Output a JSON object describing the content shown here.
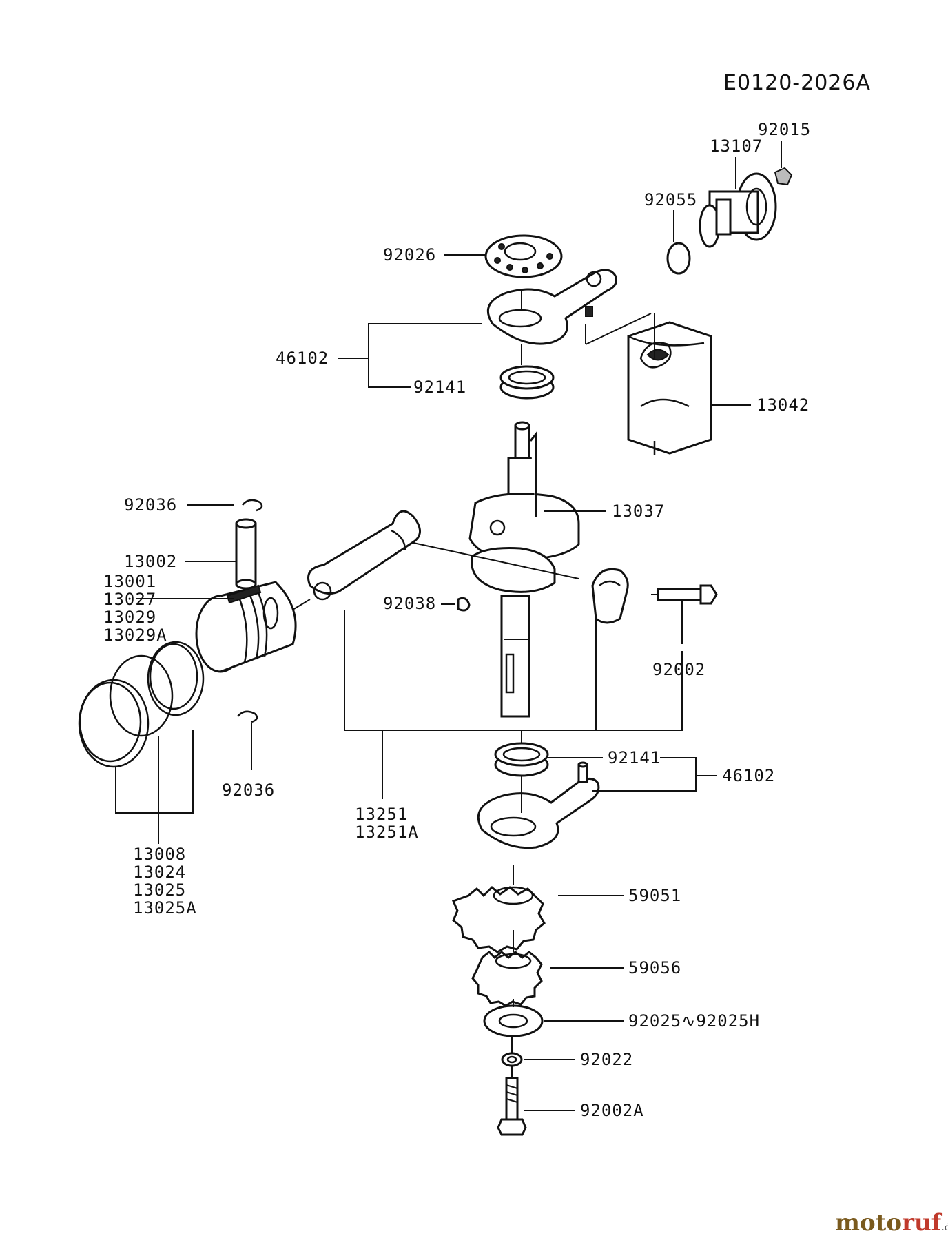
{
  "diagram": {
    "code": "E0120-2026A",
    "parts": {
      "p92015": "92015",
      "p13107": "13107",
      "p92055": "92055",
      "p92026": "92026",
      "p46102_top": "46102",
      "p92141_top": "92141",
      "p13042": "13042",
      "p92036_top": "92036",
      "p13037": "13037",
      "p13002": "13002",
      "p13001": "13001",
      "p13027": "13027",
      "p13029": "13029",
      "p13029A": "13029A",
      "p92038": "92038",
      "p92002": "92002",
      "p92036_bottom": "92036",
      "p92141_bottom": "92141",
      "p46102_bottom": "46102",
      "p13251": "13251",
      "p13251A": "13251A",
      "p13008": "13008",
      "p13024": "13024",
      "p13025": "13025",
      "p13025A": "13025A",
      "p59051": "59051",
      "p59056": "59056",
      "p92025_range": "92025∿92025H",
      "p92022": "92022",
      "p92002A": "92002A"
    }
  },
  "watermark": {
    "moto": "moto",
    "ruf": "ruf",
    "de": ".de"
  }
}
